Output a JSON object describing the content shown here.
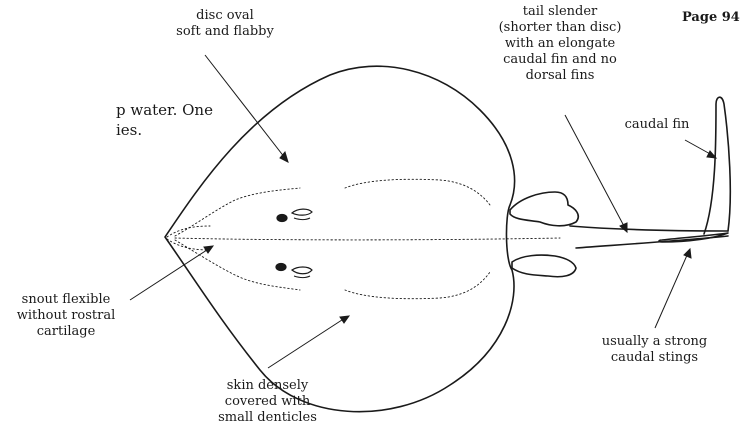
{
  "page_number": "Page 94",
  "body_text_fragment": "p water. One\nies.",
  "labels": {
    "disc": "disc oval\nsoft and flabby",
    "tail": "tail slender\n(shorter than disc)\nwith an elongate\ncaudal fin and no\ndorsal fins",
    "caudal_fin": "caudal fin",
    "snout": "snout flexible\nwithout rostral\ncartilage",
    "sting": "usually a strong\ncaudal stings",
    "skin": "skin densely\ncovered with\nsmall denticles"
  },
  "colors": {
    "ink": "#1a1a1a",
    "background": "#ffffff"
  }
}
